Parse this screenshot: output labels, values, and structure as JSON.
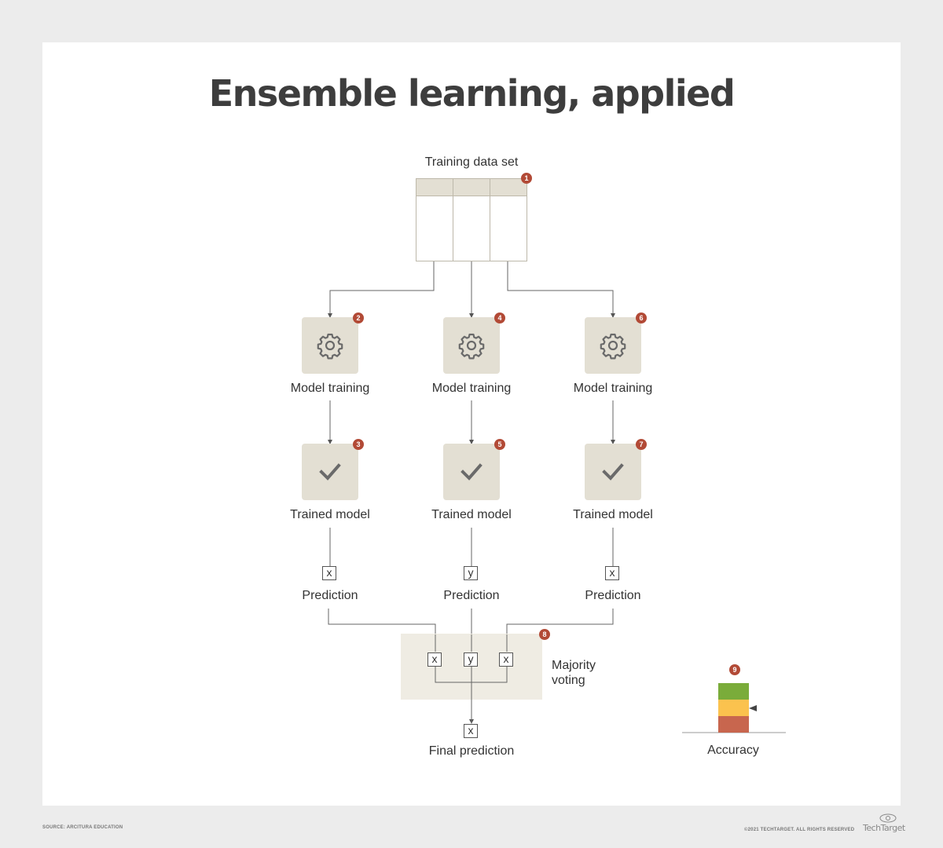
{
  "title": "Ensemble learning, applied",
  "training_data_label": "Training data set",
  "badges": [
    "1",
    "2",
    "3",
    "4",
    "5",
    "6",
    "7",
    "8",
    "9"
  ],
  "columns": [
    {
      "training_label": "Model training",
      "trained_label": "Trained model",
      "prediction_value": "x",
      "prediction_label": "Prediction"
    },
    {
      "training_label": "Model training",
      "trained_label": "Trained model",
      "prediction_value": "y",
      "prediction_label": "Prediction"
    },
    {
      "training_label": "Model training",
      "trained_label": "Trained model",
      "prediction_value": "x",
      "prediction_label": "Prediction"
    }
  ],
  "voting": {
    "values": [
      "x",
      "y",
      "x"
    ],
    "label_line1": "Majority",
    "label_line2": "voting"
  },
  "final": {
    "value": "x",
    "label": "Final prediction"
  },
  "accuracy": {
    "label": "Accuracy",
    "colors": [
      "#7aac3a",
      "#fbc24e",
      "#c8664e"
    ]
  },
  "colors": {
    "box": "#e3dfd3",
    "badge": "#b24a36",
    "voting_bg": "#efece3",
    "title": "#3d3d3d"
  },
  "footer": {
    "source": "SOURCE: ARCITURA EDUCATION",
    "copyright": "©2021 TECHTARGET. ALL RIGHTS RESERVED",
    "logo": "TechTarget"
  }
}
